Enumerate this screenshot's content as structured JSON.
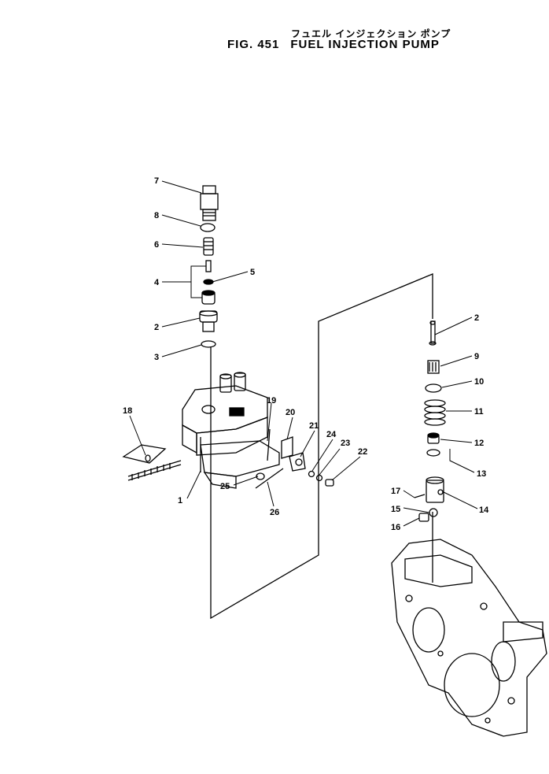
{
  "header": {
    "title_jp": "フュエル インジェクション ポンプ",
    "fig_number": "FIG. 451",
    "title": "FUEL INJECTION PUMP"
  },
  "callouts": [
    {
      "id": "c7",
      "label": "7"
    },
    {
      "id": "c8",
      "label": "8"
    },
    {
      "id": "c6",
      "label": "6"
    },
    {
      "id": "c4",
      "label": "4"
    },
    {
      "id": "c5",
      "label": "5"
    },
    {
      "id": "c2a",
      "label": "2"
    },
    {
      "id": "c3",
      "label": "3"
    },
    {
      "id": "c18",
      "label": "18"
    },
    {
      "id": "c19",
      "label": "19"
    },
    {
      "id": "c20",
      "label": "20"
    },
    {
      "id": "c21",
      "label": "21"
    },
    {
      "id": "c24",
      "label": "24"
    },
    {
      "id": "c23",
      "label": "23"
    },
    {
      "id": "c22",
      "label": "22"
    },
    {
      "id": "c1",
      "label": "1"
    },
    {
      "id": "c25",
      "label": "25"
    },
    {
      "id": "c26",
      "label": "26"
    },
    {
      "id": "c2b",
      "label": "2"
    },
    {
      "id": "c9",
      "label": "9"
    },
    {
      "id": "c10",
      "label": "10"
    },
    {
      "id": "c11",
      "label": "11"
    },
    {
      "id": "c12",
      "label": "12"
    },
    {
      "id": "c13",
      "label": "13"
    },
    {
      "id": "c17",
      "label": "17"
    },
    {
      "id": "c15",
      "label": "15"
    },
    {
      "id": "c14",
      "label": "14"
    },
    {
      "id": "c16",
      "label": "16"
    }
  ]
}
